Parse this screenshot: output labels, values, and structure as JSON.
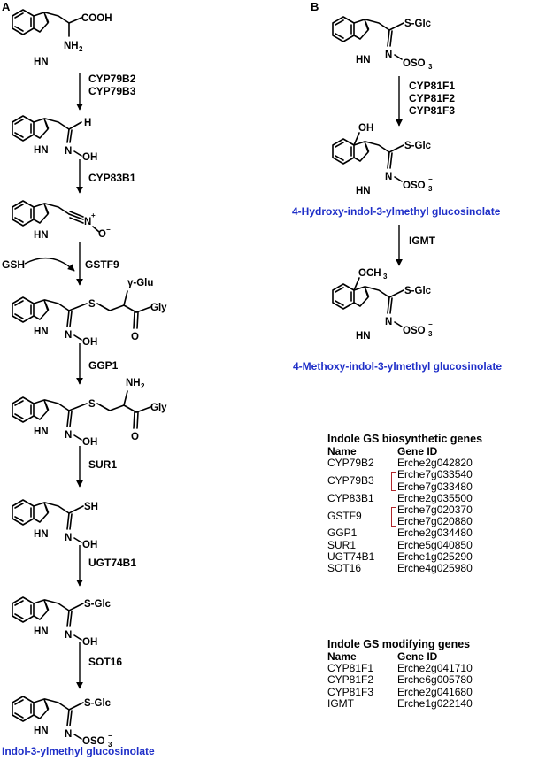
{
  "panels": {
    "a": "A",
    "b": "B"
  },
  "atoms": {
    "hn": "HN",
    "nh": "NH",
    "cooh": "COOH",
    "h": "H",
    "n": "N",
    "o": "O",
    "oh": "OH",
    "s": "S",
    "sh": "SH",
    "sglc": "S-Glc",
    "gly": "Gly",
    "gamma_glu": "γ-Glu",
    "oso": "OSO",
    "och": "OCH",
    "sub2": "2",
    "sub3": "3",
    "plus": "+",
    "minus": "−"
  },
  "pathway_a": {
    "steps": [
      "CYP79B2",
      "CYP79B3",
      "CYP83B1",
      "GSTF9",
      "GGP1",
      "SUR1",
      "UGT74B1",
      "SOT16"
    ],
    "cosubstrate": "GSH",
    "product": "Indol-3-ylmethyl glucosinolate"
  },
  "pathway_b": {
    "steps": [
      "CYP81F1",
      "CYP81F2",
      "CYP81F3",
      "IGMT"
    ],
    "product1": "4-Hydroxy-indol-3-ylmethyl glucosinolate",
    "product2": "4-Methoxy-indol-3-ylmethyl glucosinolate"
  },
  "biosynthetic_table": {
    "title": "Indole GS biosynthetic genes",
    "headers": [
      "Name",
      "Gene ID"
    ],
    "rows": [
      {
        "name": "CYP79B2",
        "ids": [
          "Erche2g042820"
        ]
      },
      {
        "name": "CYP79B3",
        "ids": [
          "Erche7g033540",
          "Erche7g033480"
        ]
      },
      {
        "name": "CYP83B1",
        "ids": [
          "Erche2g035500"
        ]
      },
      {
        "name": "GSTF9",
        "ids": [
          "Erche7g020370",
          "Erche7g020880"
        ]
      },
      {
        "name": "GGP1",
        "ids": [
          "Erche2g034480"
        ]
      },
      {
        "name": "SUR1",
        "ids": [
          "Erche5g040850"
        ]
      },
      {
        "name": "UGT74B1",
        "ids": [
          "Erche1g025290"
        ]
      },
      {
        "name": "SOT16",
        "ids": [
          "Erche4g025980"
        ]
      }
    ]
  },
  "modifying_table": {
    "title": "Indole GS modifying genes",
    "headers": [
      "Name",
      "Gene ID"
    ],
    "rows": [
      {
        "name": "CYP81F1",
        "ids": [
          "Erche2g041710"
        ]
      },
      {
        "name": "CYP81F2",
        "ids": [
          "Erche6g005780"
        ]
      },
      {
        "name": "CYP81F3",
        "ids": [
          "Erche2g041680"
        ]
      },
      {
        "name": "IGMT",
        "ids": [
          "Erche1g022140"
        ]
      }
    ]
  },
  "colors": {
    "product_text": "#1f2fc8",
    "bracket": "#b0262a",
    "ink": "#000000"
  }
}
